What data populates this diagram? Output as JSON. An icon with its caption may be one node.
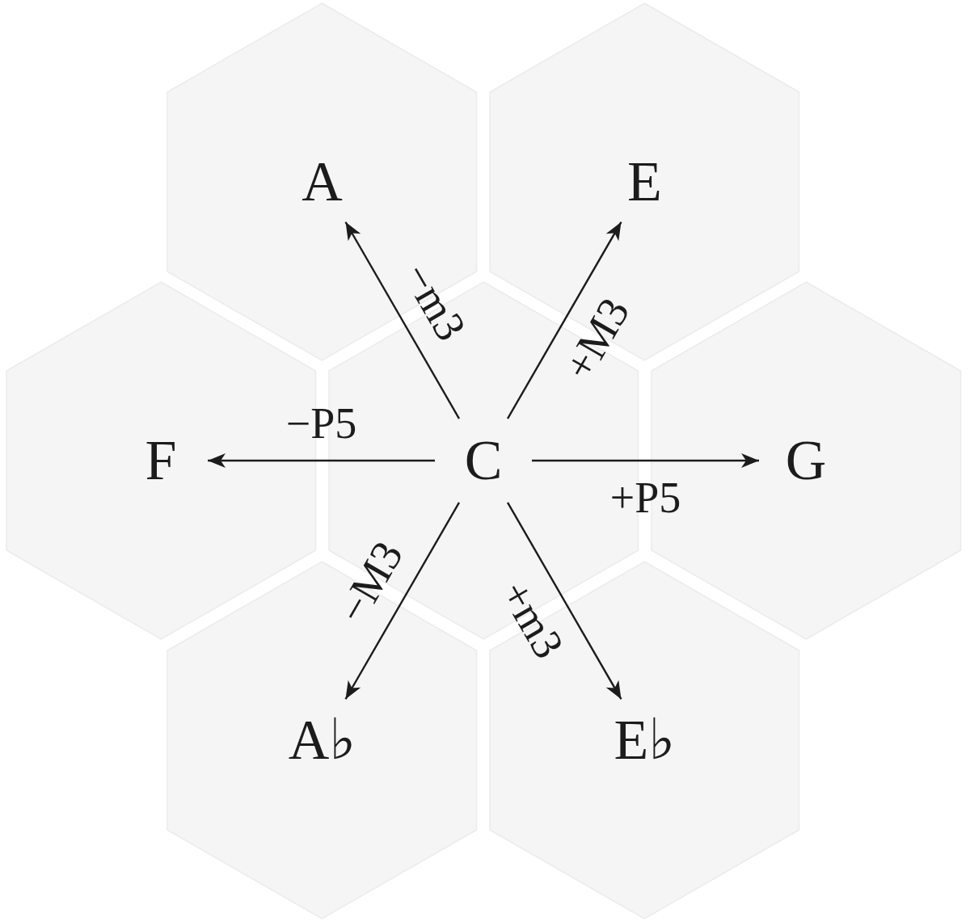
{
  "diagram": {
    "nodes": [
      {
        "text": [
          "A"
        ]
      },
      {
        "text": [
          "E"
        ]
      },
      {
        "text": [
          "F"
        ]
      },
      {
        "text": [
          "C"
        ]
      },
      {
        "text": [
          "G"
        ]
      },
      {
        "text": [
          "A♭"
        ]
      },
      {
        "text": [
          "E♭"
        ]
      }
    ],
    "edges": [
      {
        "from": 3,
        "to": 0,
        "arrow": "to",
        "label": "−m3"
      },
      {
        "from": 3,
        "to": 1,
        "arrow": "to",
        "label": "+M3"
      },
      {
        "from": 3,
        "to": 2,
        "arrow": "to",
        "label": "−P5"
      },
      {
        "from": 3,
        "to": 4,
        "arrow": "to",
        "label": "+P5"
      },
      {
        "from": 3,
        "to": 5,
        "arrow": "to",
        "label": "−M3"
      },
      {
        "from": 3,
        "to": 6,
        "arrow": "to",
        "label": "+m3"
      }
    ]
  }
}
